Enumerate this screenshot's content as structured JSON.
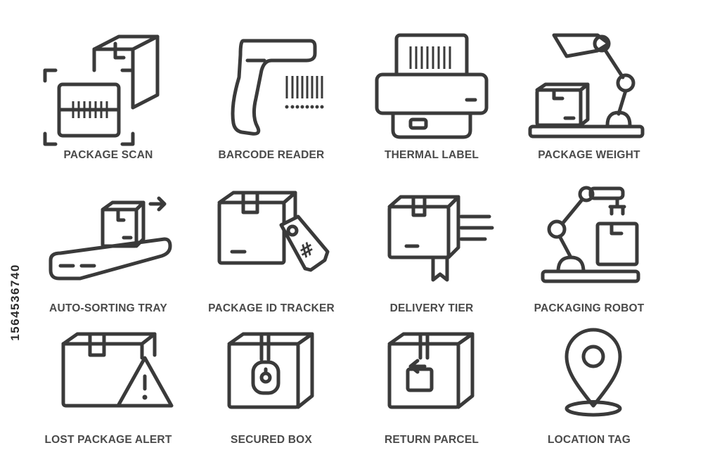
{
  "icons": [
    {
      "label": "PACKAGE SCAN",
      "icon": "package-scan-icon"
    },
    {
      "label": "BARCODE READER",
      "icon": "barcode-reader-icon"
    },
    {
      "label": "THERMAL LABEL",
      "icon": "thermal-printer-icon"
    },
    {
      "label": "PACKAGE WEIGHT",
      "icon": "package-weight-icon"
    },
    {
      "label": "AUTO-SORTING TRAY",
      "icon": "conveyor-icon"
    },
    {
      "label": "PACKAGE ID TRACKER",
      "icon": "package-tag-icon"
    },
    {
      "label": "DELIVERY TIER",
      "icon": "fast-delivery-icon"
    },
    {
      "label": "PACKAGING ROBOT",
      "icon": "robot-arm-icon"
    },
    {
      "label": "LOST PACKAGE ALERT",
      "icon": "package-warning-icon"
    },
    {
      "label": "SECURED BOX",
      "icon": "locked-box-icon"
    },
    {
      "label": "RETURN PARCEL",
      "icon": "return-box-icon"
    },
    {
      "label": "LOCATION TAG",
      "icon": "map-pin-icon"
    }
  ],
  "watermark_id": "1564536740",
  "stroke_color": "#3a3a3a",
  "label_color": "#4a4a4a"
}
